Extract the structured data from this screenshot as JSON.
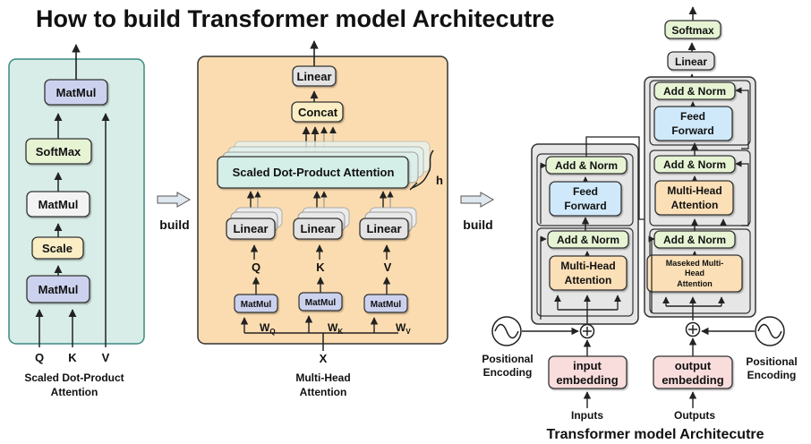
{
  "title": "How to build Transformer model Architecutre",
  "sdpa": {
    "boxes": [
      "MatMul",
      "SoftMax",
      "MatMul",
      "Scale",
      "MatMul"
    ],
    "inputs": [
      "Q",
      "K",
      "V"
    ],
    "caption_line1": "Scaled Dot-Product",
    "caption_line2": "Attention"
  },
  "arrow1_label": "build",
  "arrow2_label": "build",
  "mha": {
    "linear_top": "Linear",
    "concat": "Concat",
    "sdpa_box": "Scaled Dot-Product Attention",
    "h_label": "h",
    "linears": [
      "Linear",
      "Linear",
      "Linear"
    ],
    "qkv": [
      "Q",
      "K",
      "V"
    ],
    "matmuls": [
      "MatMul",
      "MatMul",
      "MatMul"
    ],
    "weights": [
      "W",
      "W",
      "W"
    ],
    "weight_subs": [
      "Q",
      "K",
      "V"
    ],
    "x": "X",
    "caption_line1": "Multi-Head",
    "caption_line2": "Attention"
  },
  "transformer": {
    "softmax": "Softmax",
    "linear": "Linear",
    "enc_add_norm_1": "Add & Norm",
    "enc_ff_line1": "Feed",
    "enc_ff_line2": "Forward",
    "enc_add_norm_2": "Add & Norm",
    "enc_mha_line1": "Multi-Head",
    "enc_mha_line2": "Attention",
    "dec_add_norm_1": "Add & Norm",
    "dec_ff_line1": "Feed",
    "dec_ff_line2": "Forward",
    "dec_add_norm_2": "Add & Norm",
    "dec_mha_line1": "Multi-Head",
    "dec_mha_line2": "Attention",
    "dec_add_norm_3": "Add & Norm",
    "dec_masked_line1": "Maseked Multi-",
    "dec_masked_line2": "Head",
    "dec_masked_line3": "Attention",
    "pos_enc_left_line1": "Positional",
    "pos_enc_left_line2": "Encoding",
    "pos_enc_right_line1": "Positional",
    "pos_enc_right_line2": "Encoding",
    "input_emb_line1": "input",
    "input_emb_line2": "embedding",
    "output_emb_line1": "output",
    "output_emb_line2": "embedding",
    "inputs": "Inputs",
    "outputs": "Outputs",
    "caption": "Transformer model Architecutre"
  },
  "colors": {
    "sdpa_panel": "#d8ede7",
    "mha_panel": "#fbdcb0",
    "gray_panel": "#e6e6e6",
    "matmul": "#ccd2ee",
    "softmax": "#e6f4d4",
    "scale": "#fbeec4",
    "sdpa_box": "#d4eee8",
    "concat": "#fbeec4",
    "gray_box": "#e3e3e3",
    "feed_forward": "#cfe9fb",
    "mha_box": "#fbdfb6",
    "embedding": "#f9dcdc"
  }
}
